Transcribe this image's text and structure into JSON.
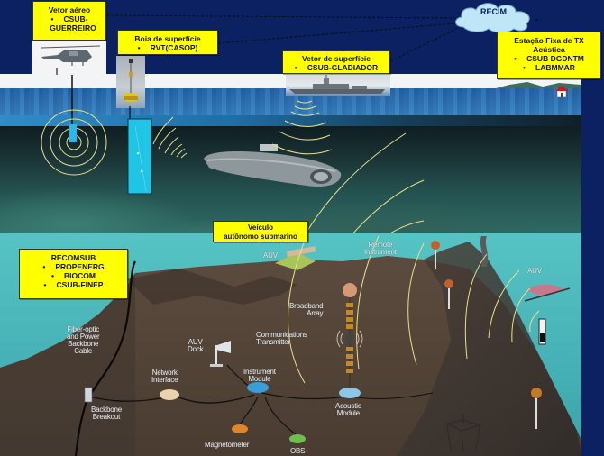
{
  "labels": {
    "vetor_aereo": {
      "title": "Vetor aéreo",
      "items": [
        "CSUB-",
        "GUERREIRO"
      ]
    },
    "boia": {
      "title": "Boia de superfície",
      "items": [
        "RVT(CASOP)"
      ]
    },
    "vetor_superficie": {
      "title": "Vetor de superfície",
      "items": [
        "CSUB-GLADIADOR"
      ]
    },
    "estacao": {
      "title_line1": "Estação Fixa de TX",
      "title_line2": "Acústica",
      "items": [
        "CSUB DGDNTM",
        "LABMMAR"
      ]
    },
    "recim": {
      "title": "RECIM"
    },
    "veiculo": {
      "line1": "Veículo",
      "line2": "autônomo submarino"
    },
    "recomsub": {
      "title": "RECOMSUB",
      "items": [
        "PROPENERG",
        "BIOCOM",
        "CSUB-FINEP"
      ]
    },
    "bullet": "•"
  },
  "diagram_labels": {
    "auv_top": "AUV",
    "remote_instrument_1": "Remote",
    "remote_instrument_2": "Instrument",
    "auv_right": "AUV",
    "broadband_1": "Broadband",
    "broadband_2": "Array",
    "comm_1": "Communications",
    "comm_2": "Transmitter",
    "fiber_1": "Fiber-optic",
    "fiber_2": "and Power",
    "fiber_3": "Backbone",
    "fiber_4": "Cable",
    "auv_dock_1": "AUV",
    "auv_dock_2": "Dock",
    "network_1": "Network",
    "network_2": "Interface",
    "instrument_1": "Instrument",
    "instrument_2": "Module",
    "backbone_1": "Backbone",
    "backbone_2": "Breakout",
    "acoustic_1": "Acoustic",
    "acoustic_2": "Module",
    "magnetometer": "Magnetometer",
    "obs": "OBS"
  },
  "colors": {
    "navy_background": "#0b2161",
    "label_yellow": "#ffff00",
    "signal_arc": "#e8e08a",
    "cloud": "#bfe6f7",
    "seafloor": "#5a4a3c",
    "lower_water": "#4bb7bb"
  }
}
